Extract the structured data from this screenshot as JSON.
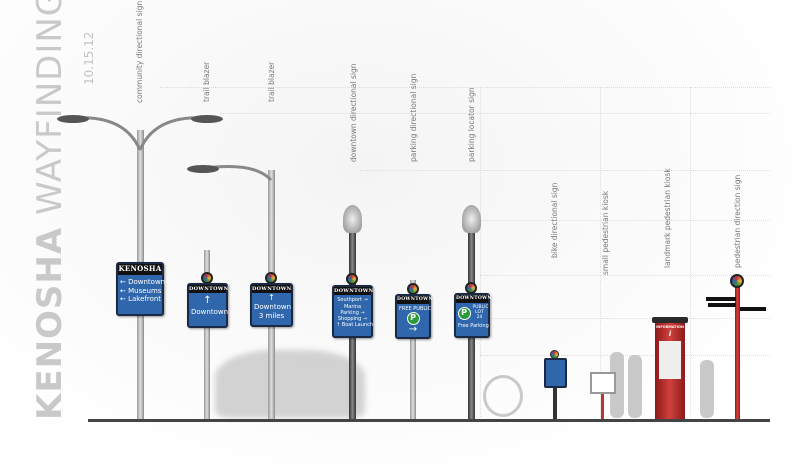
{
  "title": {
    "bold": "KENOSHA",
    "light": "WAYFINDING",
    "date": "10.15.12"
  },
  "labels": [
    "community directional sign",
    "trail blazer",
    "trail blazer",
    "downtown directional sign",
    "parking directional sign",
    "parking locator sign",
    "bike directional sign",
    "small pedestrian kiosk",
    "landmark pedestrian kiosk",
    "pedestrian direction sign"
  ],
  "signs": {
    "community": {
      "header": "KENOSHA",
      "lines": [
        "← Downtown",
        "← Museums",
        "← Lakefront"
      ]
    },
    "trail1": {
      "header": "DOWNTOWN",
      "arrow": "↑",
      "lines": [
        "Downtown"
      ]
    },
    "trail2": {
      "header": "DOWNTOWN",
      "arrow": "↑",
      "lines": [
        "Downtown",
        "3 miles"
      ]
    },
    "downtown_directional": {
      "header": "DOWNTOWN",
      "lines": [
        "Southport →",
        "Marina",
        "Parking →",
        "Shopping →",
        "↑ Boat Launch"
      ]
    },
    "parking_directional": {
      "header": "DOWNTOWN",
      "top": "FREE PUBLIC",
      "p": "P",
      "arrow": "→"
    },
    "parking_locator": {
      "header": "DOWNTOWN",
      "p": "P",
      "lot": "PUBLIC LOT 24",
      "bottom": "Free Parking"
    },
    "kiosk": {
      "header": "INFORMATION",
      "icon": "i"
    }
  },
  "colors": {
    "sign_blue": "#2f66ac",
    "kiosk_red": "#c8312d",
    "parking_green": "#2b9a3a"
  }
}
